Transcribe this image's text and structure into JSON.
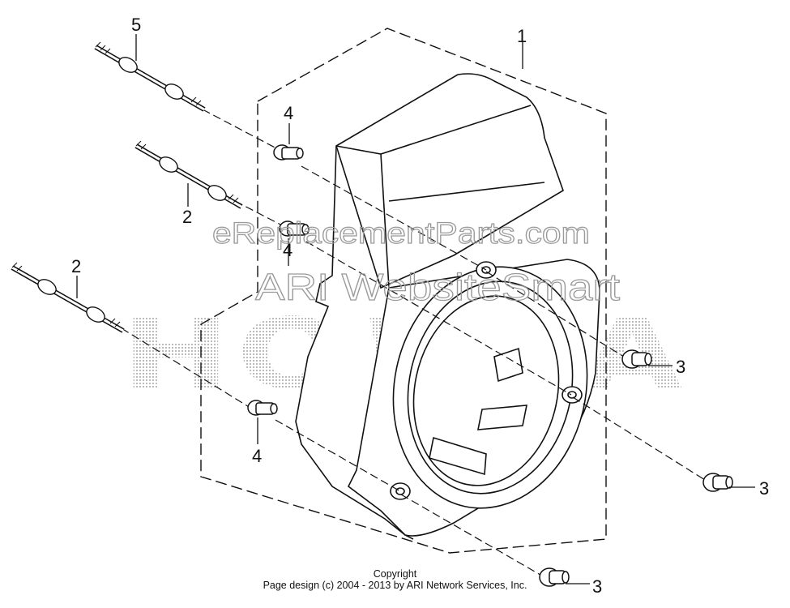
{
  "callouts": {
    "c1": "1",
    "c2a": "2",
    "c2b": "2",
    "c3a": "3",
    "c3b": "3",
    "c3c": "3",
    "c4a": "4",
    "c4b": "4",
    "c4c": "4",
    "c5": "5"
  },
  "watermarks": {
    "site": "eReplacementParts.com",
    "ari": "ARI WebsiteSmart",
    "brand": "HONDA"
  },
  "footer": {
    "copyright": "Copyright",
    "page_design": "Page design (c) 2004 - 2013 by ARI Network Services, Inc."
  },
  "colors": {
    "line": "#111111",
    "watermark": "#9a9a9a"
  }
}
